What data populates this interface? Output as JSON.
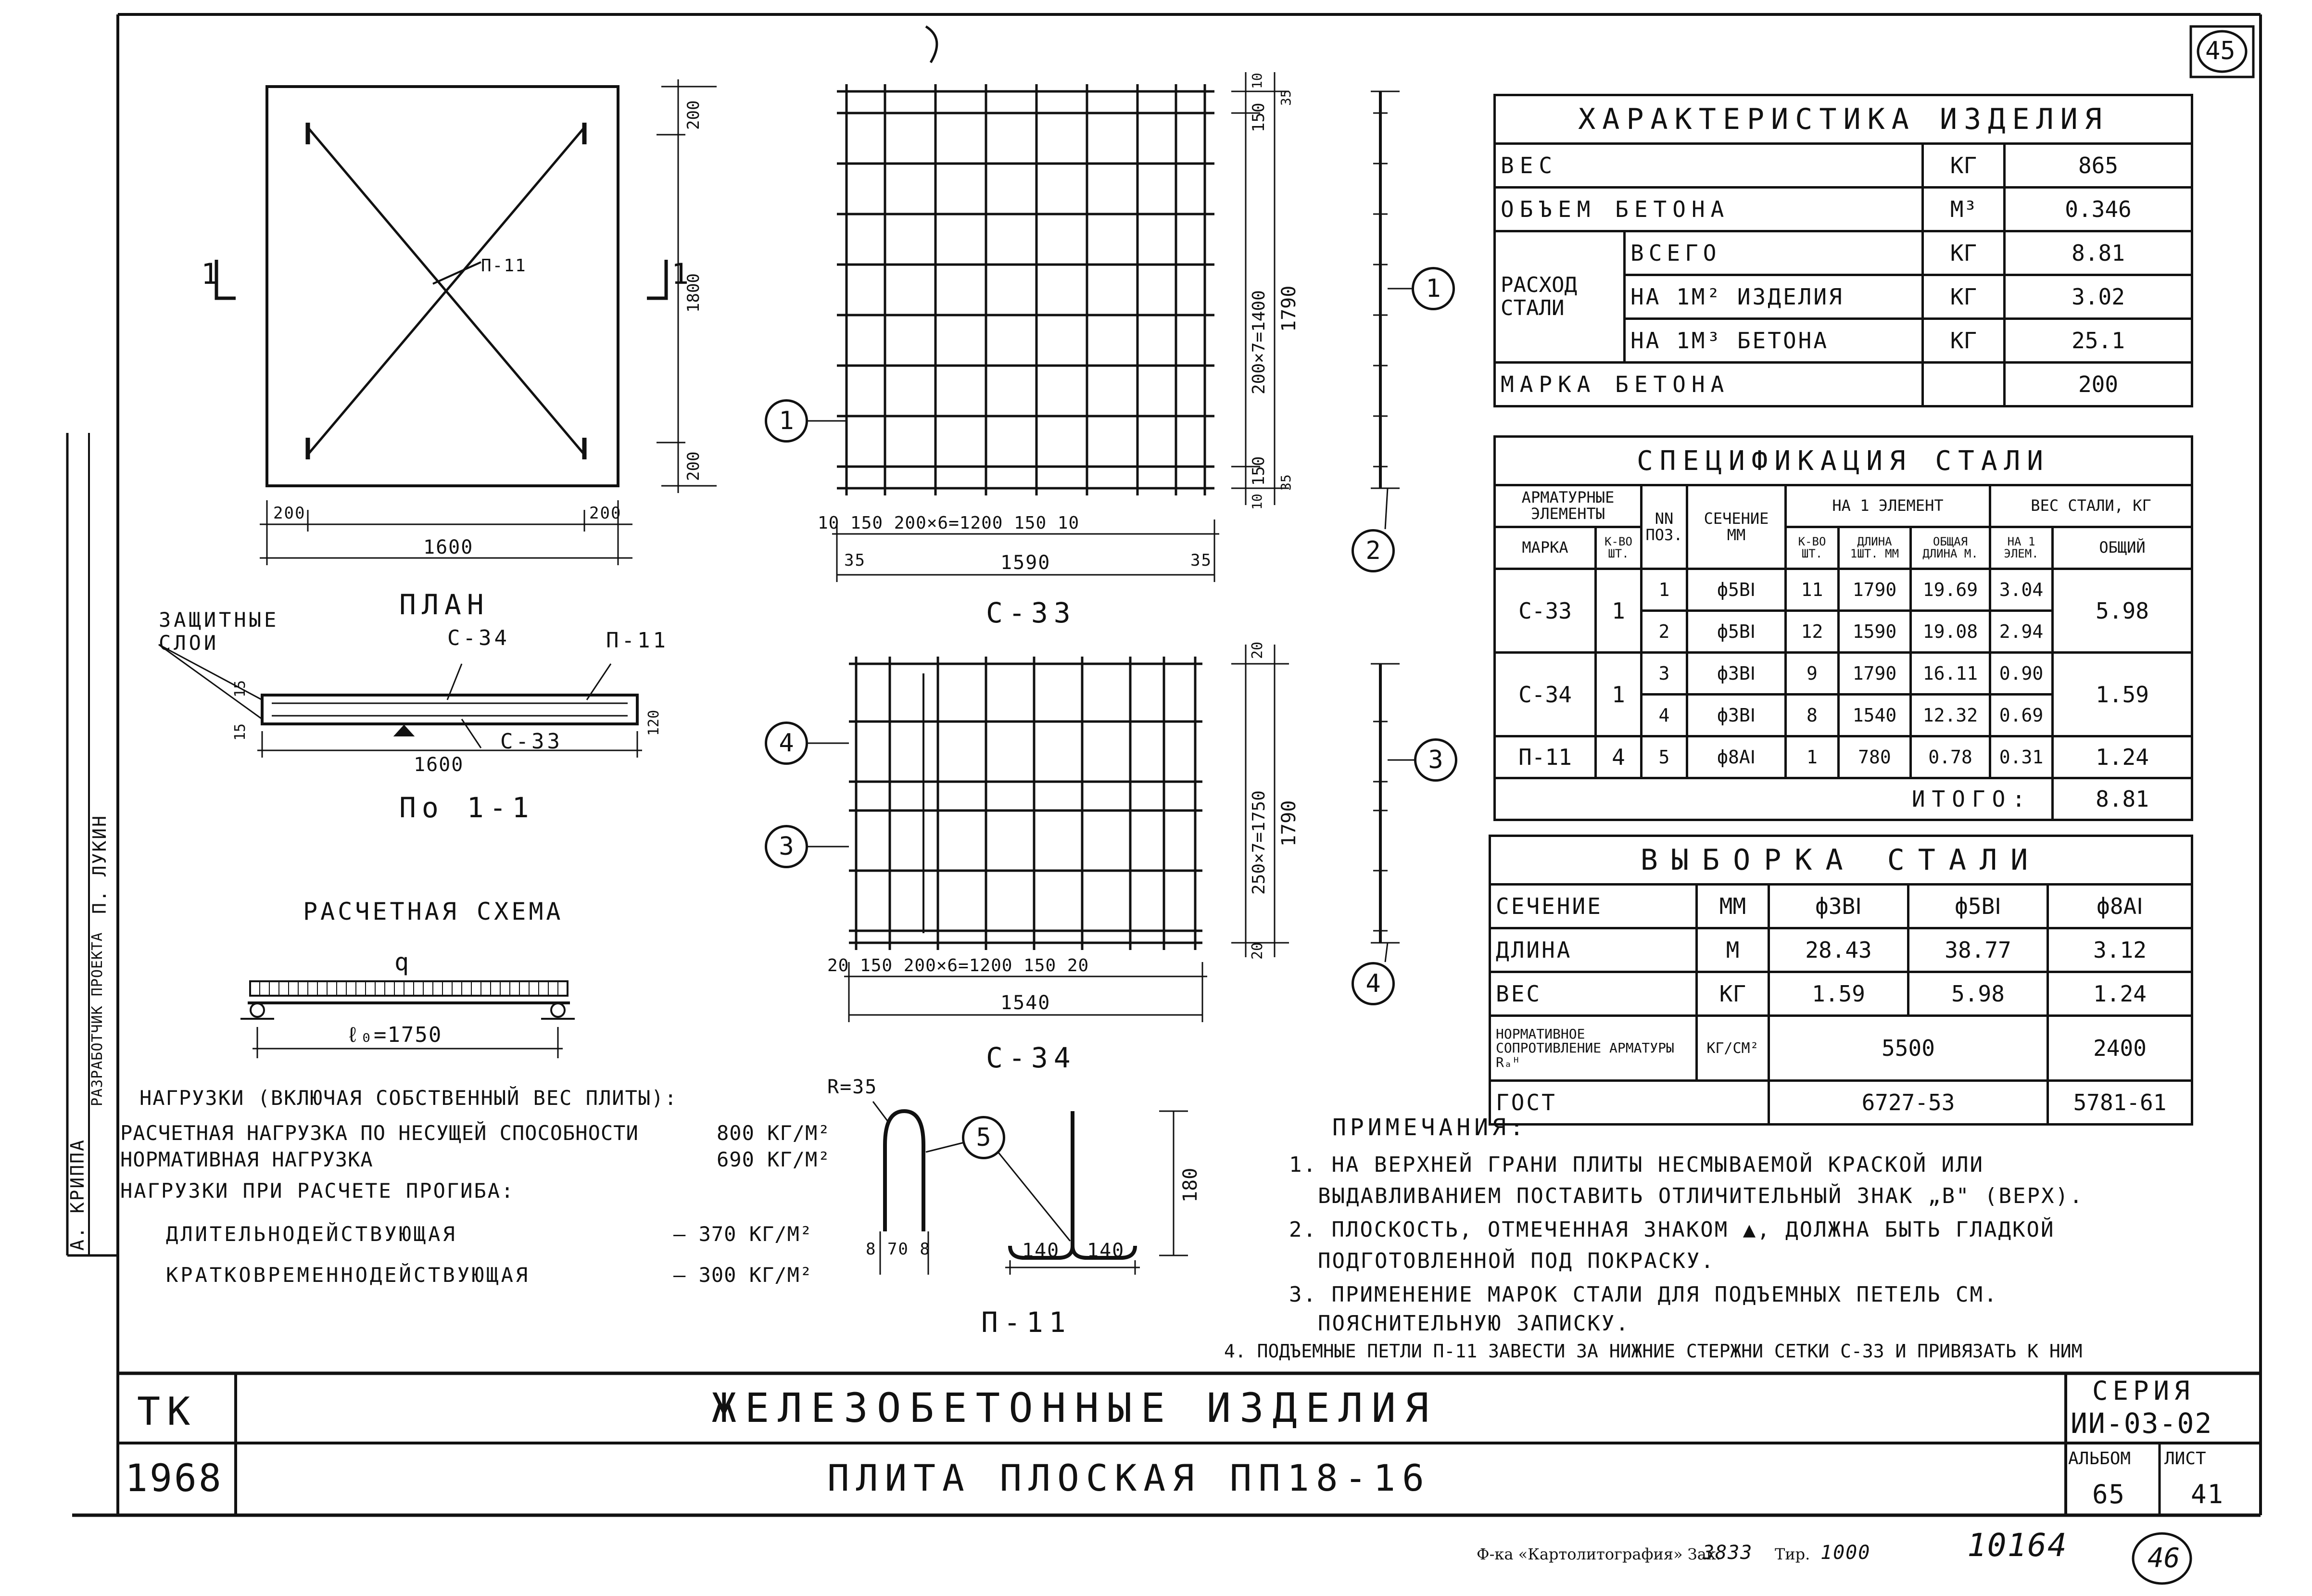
{
  "sheet_corner_number": "45",
  "bottom_corner_number": "46",
  "plan": {
    "label": "П-11",
    "section_mark_left": "1",
    "section_mark_right": "1",
    "title": "ПЛАН",
    "dim_top_right": "200",
    "dim_height": "1800",
    "dim_bottom_right": "200",
    "dim_left": "200",
    "dim_right": "200",
    "dim_width": "1600"
  },
  "section": {
    "protective_layers": "ЗАЩИТНЫЕ СЛОИ",
    "mesh_top": "С-34",
    "mesh_bottom": "С-33",
    "loop": "П-11",
    "dim_15a": "15",
    "dim_15b": "15",
    "dim_thickness": "120",
    "dim_length": "1600",
    "title": "По 1-1"
  },
  "calc_scheme": {
    "title": "РАСЧЕТНАЯ СХЕМА",
    "load": "q",
    "span": "ℓ₀=1750"
  },
  "loads": {
    "line1": "НАГРУЗКИ (ВКЛЮЧАЯ СОБСТВЕННЫЙ ВЕС ПЛИТЫ):",
    "line2_label": "РАСЧЕТНАЯ НАГРУЗКА ПО НЕСУЩЕЙ СПОСОБНОСТИ",
    "line2_value": "800 КГ/М²",
    "line3_label": "НОРМАТИВНАЯ НАГРУЗКА",
    "line3_value": "690 КГ/М²",
    "line4": "НАГРУЗКИ ПРИ РАСЧЕТЕ ПРОГИБА:",
    "line5_label": "ДЛИТЕЛЬНОДЕЙСТВУЮЩАЯ",
    "line5_value": "— 370 КГ/М²",
    "line6_label": "КРАТКОВРЕМЕННОДЕЙСТВУЮЩАЯ",
    "line6_value": "— 300 КГ/М²"
  },
  "c33": {
    "title": "С-33",
    "dim_bottom": "10 150 200×6=1200 150 10",
    "dim_35_left": "35",
    "dim_35_right": "35",
    "dim_total": "1590",
    "dim_right_top": "150",
    "dim_right_mid": "200×7=1400",
    "dim_right_bottom": "150",
    "dim_right_total": "1790",
    "dim_10_top": "10",
    "dim_35_top": "35",
    "dim_10_bottom": "10",
    "dim_35_bottom": "35"
  },
  "c34": {
    "title": "С-34",
    "dim_bottom": "20 150 200×6=1200 150 20",
    "dim_total": "1540",
    "dim_right_top": "20",
    "dim_right_mid": "250×7=1750",
    "dim_right_bottom": "20",
    "dim_right_total": "1790"
  },
  "positions": {
    "p1": "1",
    "p2": "2",
    "p3": "3",
    "p4": "4",
    "p5": "5"
  },
  "p11": {
    "title": "П-11",
    "radius": "R=35",
    "height": "180",
    "dims_left": "8 70 8",
    "dim_140a": "140",
    "dim_140b": "140"
  },
  "characteristics": {
    "title": "ХАРАКТЕРИСТИКА ИЗДЕЛИЯ",
    "rows": [
      {
        "name": "ВЕС",
        "unit": "КГ",
        "value": "865"
      },
      {
        "name": "ОБЪЕМ БЕТОНА",
        "unit": "М³",
        "value": "0.346"
      },
      {
        "group": "РАСХОД СТАЛИ",
        "name": "ВСЕГО",
        "unit": "КГ",
        "value": "8.81"
      },
      {
        "name": "НА 1М² ИЗДЕЛИЯ",
        "unit": "КГ",
        "value": "3.02"
      },
      {
        "name": "НА 1М³ БЕТОНА",
        "unit": "КГ",
        "value": "25.1"
      },
      {
        "name": "МАРКА БЕТОНА",
        "unit": "",
        "value": "200"
      }
    ]
  },
  "specification": {
    "title": "СПЕЦИФИКАЦИЯ СТАЛИ",
    "h_elements": "АРМАТУРНЫЕ ЭЛЕМЕНТЫ",
    "h_mark": "МАРКА",
    "h_qty": "К-ВО ШТ.",
    "h_pos": "NN ПОЗ.",
    "h_section": "СЕЧЕНИЕ ММ",
    "h_per_element": "НА 1 ЭЛЕМЕНТ",
    "h_count": "К-ВО ШТ.",
    "h_len1": "ДЛИНА 1ШТ. ММ",
    "h_len_total": "ОБЩАЯ ДЛИНА М.",
    "h_weight": "ВЕС СТАЛИ, КГ",
    "h_weight_one": "НА 1 ЭЛЕМ.",
    "h_weight_total": "ОБЩИЙ",
    "rows": [
      {
        "mark": "С-33",
        "qty": "1",
        "pos": "1",
        "sec": "ф5ВⅠ",
        "n": "11",
        "len": "1790",
        "total_len": "19.69",
        "w1": "3.04",
        "wtot": "5.98"
      },
      {
        "pos": "2",
        "sec": "ф5ВⅠ",
        "n": "12",
        "len": "1590",
        "total_len": "19.08",
        "w1": "2.94"
      },
      {
        "mark": "С-34",
        "qty": "1",
        "pos": "3",
        "sec": "ф3ВⅠ",
        "n": "9",
        "len": "1790",
        "total_len": "16.11",
        "w1": "0.90",
        "wtot": "1.59"
      },
      {
        "pos": "4",
        "sec": "ф3ВⅠ",
        "n": "8",
        "len": "1540",
        "total_len": "12.32",
        "w1": "0.69"
      },
      {
        "mark": "П-11",
        "qty": "4",
        "pos": "5",
        "sec": "ф8АⅠ",
        "n": "1",
        "len": "780",
        "total_len": "0.78",
        "w1": "0.31",
        "wtot": "1.24"
      }
    ],
    "total_label": "ИТОГО:",
    "total_value": "8.81"
  },
  "selection": {
    "title": "ВЫБОРКА СТАЛИ",
    "r_section": {
      "name": "СЕЧЕНИЕ",
      "unit": "ММ",
      "c1": "ф3ВⅠ",
      "c2": "ф5ВⅠ",
      "c3": "ф8АⅠ"
    },
    "r_length": {
      "name": "ДЛИНА",
      "unit": "М",
      "c1": "28.43",
      "c2": "38.77",
      "c3": "3.12"
    },
    "r_weight": {
      "name": "ВЕС",
      "unit": "КГ",
      "c1": "1.59",
      "c2": "5.98",
      "c3": "1.24"
    },
    "r_resist": {
      "name": "НОРМАТИВНОЕ СОПРОТИВЛЕНИЕ АРМАТУРЫ Rₐᴴ",
      "unit": "КГ/СМ²",
      "c12": "5500",
      "c3": "2400"
    },
    "r_gost": {
      "name": "ГОСТ",
      "c12": "6727-53",
      "c3": "5781-61"
    }
  },
  "notes": {
    "title": "ПРИМЕЧАНИЯ:",
    "n1a": "1. НА ВЕРХНЕЙ ГРАНИ ПЛИТЫ НЕСМЫВАЕМОЙ КРАСКОЙ ИЛИ",
    "n1b": "ВЫДАВЛИВАНИЕМ ПОСТАВИТЬ ОТЛИЧИТЕЛЬНЫЙ ЗНАК „В\" (ВЕРХ).",
    "n2a": "2. ПЛОСКОСТЬ, ОТМЕЧЕННАЯ ЗНАКОМ ▲, ДОЛЖНА БЫТЬ ГЛАДКОЙ",
    "n2b": "ПОДГОТОВЛЕННОЙ ПОД ПОКРАСКУ.",
    "n3a": "3. ПРИМЕНЕНИЕ МАРОК СТАЛИ ДЛЯ ПОДЪЕМНЫХ ПЕТЕЛЬ СМ.",
    "n3b": "ПОЯСНИТЕЛЬНУЮ ЗАПИСКУ.",
    "n4": "4. ПОДЪЕМНЫЕ ПЕТЛИ П-11 ЗАВЕСТИ ЗА НИЖНИЕ СТЕРЖНИ СЕТКИ С-33 И ПРИВЯЗАТЬ К НИМ"
  },
  "titleblock": {
    "org": "ТК",
    "year": "1968",
    "title1": "ЖЕЛЕЗОБЕТОННЫЕ ИЗДЕЛИЯ",
    "title2": "ПЛИТА ПЛОСКАЯ ПП18-16",
    "series_label": "СЕРИЯ",
    "series": "ИИ-03-02",
    "album_label": "АЛЬБОМ",
    "album": "65",
    "sheet_label": "ЛИСТ",
    "sheet": "41"
  },
  "side_stamp": {
    "s1": "А. КРИППА",
    "s2": "РАЗРАБОТЧИК ПРОЕКТА",
    "s3": "П. ЛУКИН"
  },
  "imprint": {
    "text": "Ф-ка «Картолитография» Зак.",
    "order": "3833",
    "run_label": "Тир.",
    "run": "1000",
    "number": "10164"
  }
}
